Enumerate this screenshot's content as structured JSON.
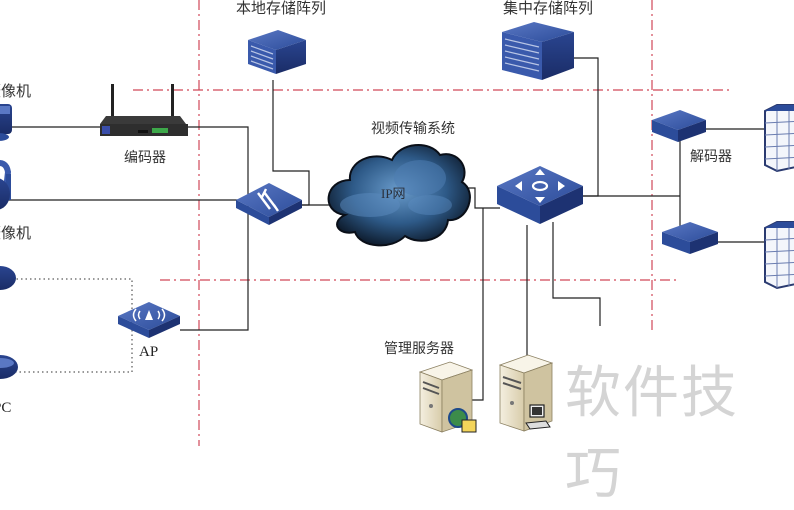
{
  "diagram": {
    "title": "视频传输系统",
    "cloud_label": "IP网",
    "watermark": "软件技巧",
    "colors": {
      "device_blue": "#2c4c9a",
      "device_blue_dark": "#1d3272",
      "device_blue_light": "#5a78c4",
      "zone_line": "#c8283c",
      "wire": "#222222",
      "server_beige": "#e9e0c8",
      "cloud_dark": "#0f1a2a",
      "cloud_mid": "#3a6a9a"
    },
    "nodes": [
      {
        "id": "camera-1",
        "label": "摄像机",
        "icon": "camera-icon"
      },
      {
        "id": "camera-2",
        "label": "摄像机",
        "icon": "camera-icon"
      },
      {
        "id": "ipc",
        "label": "IPC",
        "icon": "ipc-camera-icon"
      },
      {
        "id": "encoder",
        "label": "编码器",
        "icon": "encoder-router-icon"
      },
      {
        "id": "ap",
        "label": "AP",
        "icon": "wireless-ap-icon"
      },
      {
        "id": "access-switch",
        "label": "",
        "icon": "switch-icon"
      },
      {
        "id": "local-storage",
        "label": "本地存储阵列",
        "icon": "storage-array-icon"
      },
      {
        "id": "central-storage",
        "label": "集中存储阵列",
        "icon": "storage-array-icon"
      },
      {
        "id": "ip-cloud",
        "label": "IP网",
        "icon": "cloud-icon"
      },
      {
        "id": "core-switch",
        "label": "",
        "icon": "core-switch-icon"
      },
      {
        "id": "decoder-1",
        "label": "解码器",
        "icon": "decoder-icon"
      },
      {
        "id": "decoder-2",
        "label": "",
        "icon": "decoder-icon"
      },
      {
        "id": "video-wall-1",
        "label": "",
        "icon": "video-wall-icon"
      },
      {
        "id": "video-wall-2",
        "label": "",
        "icon": "video-wall-icon"
      },
      {
        "id": "mgmt-server",
        "label": "管理服务器",
        "icon": "web-server-icon"
      },
      {
        "id": "client-server",
        "label": "",
        "icon": "workstation-server-icon"
      }
    ],
    "links": [
      {
        "from": "camera-1",
        "to": "encoder",
        "style": "solid"
      },
      {
        "from": "encoder",
        "to": "access-switch",
        "style": "solid"
      },
      {
        "from": "camera-2",
        "to": "access-switch",
        "style": "solid"
      },
      {
        "from": "ipc",
        "to": "ap",
        "style": "dotted"
      },
      {
        "from": "ap",
        "to": "access-switch",
        "style": "solid"
      },
      {
        "from": "local-storage",
        "to": "access-switch",
        "style": "solid"
      },
      {
        "from": "access-switch",
        "to": "ip-cloud",
        "style": "solid"
      },
      {
        "from": "ip-cloud",
        "to": "core-switch",
        "style": "solid"
      },
      {
        "from": "central-storage",
        "to": "core-switch",
        "style": "solid"
      },
      {
        "from": "core-switch",
        "to": "decoder-1",
        "style": "solid"
      },
      {
        "from": "core-switch",
        "to": "decoder-2",
        "style": "solid"
      },
      {
        "from": "decoder-1",
        "to": "video-wall-1",
        "style": "solid"
      },
      {
        "from": "decoder-2",
        "to": "video-wall-2",
        "style": "solid"
      },
      {
        "from": "core-switch",
        "to": "mgmt-server",
        "style": "solid"
      },
      {
        "from": "core-switch",
        "to": "client-server",
        "style": "solid"
      }
    ]
  }
}
